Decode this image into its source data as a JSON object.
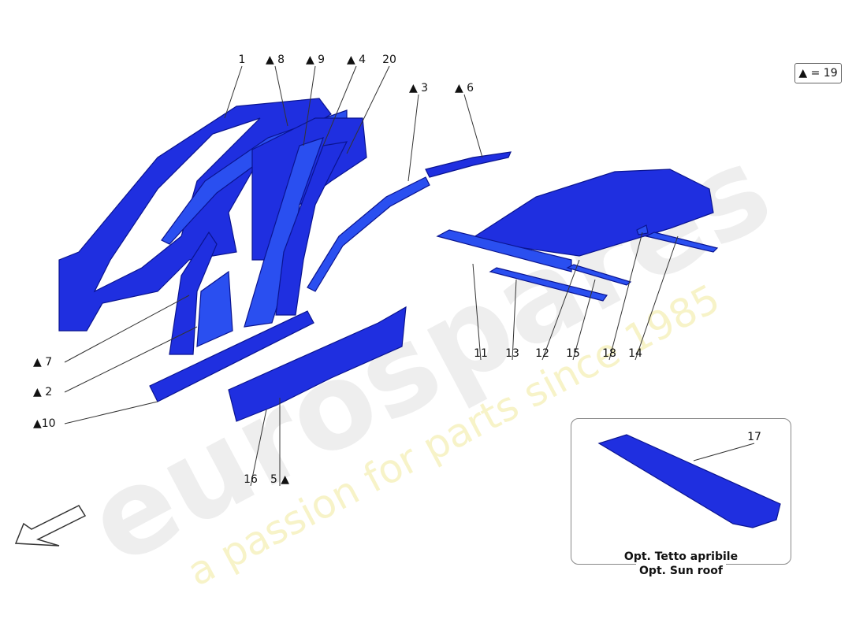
{
  "watermark": {
    "brand": "eurospares",
    "tagline": "a passion for parts since 1985"
  },
  "legend": {
    "text": "▲ = 19"
  },
  "callouts": [
    "1",
    "▲ 8",
    "▲ 9",
    "▲ 4",
    "20",
    "▲ 3",
    "▲ 6",
    "▲ 7",
    "▲ 2",
    "▲10",
    "16",
    "5 ▲",
    "11",
    "13",
    "12",
    "15",
    "18",
    "14",
    "17"
  ],
  "inset": {
    "caption_it": "Opt. Tetto apribile",
    "caption_en": "Opt. Sun roof"
  },
  "colors": {
    "part": "#1f2fe0",
    "watermark_gray": "#eeeeee",
    "watermark_yellow": "#f7f3c8"
  },
  "icons": {
    "direction": "front-direction-arrow-icon"
  }
}
